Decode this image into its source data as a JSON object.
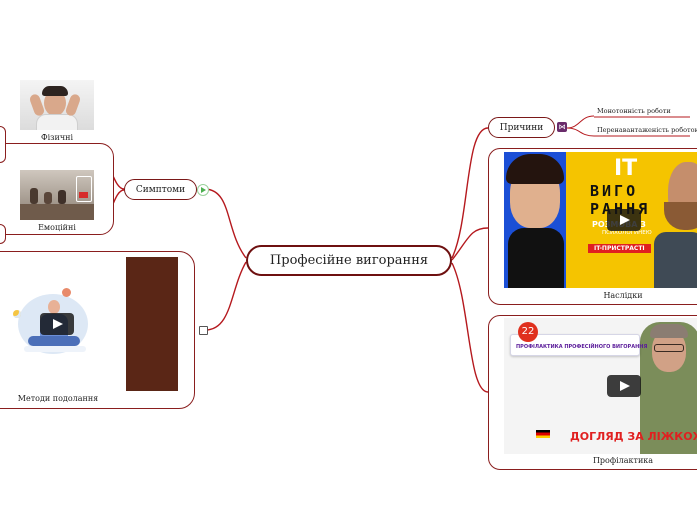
{
  "colors": {
    "link": "#b5191e",
    "node_border": "#7a1818",
    "accent_green": "#4caf50",
    "purple": "#6a2b6b"
  },
  "map": {
    "central": "Професійне вигорання",
    "branches": {
      "symptoms": {
        "label": "Симптоми",
        "children": {
          "physical": "Фізичні",
          "emotional": "Емоційні"
        }
      },
      "methods": {
        "label": "Методи подолання"
      },
      "causes": {
        "label": "Причини",
        "children": {
          "monotony": "Монотонність роботи",
          "overload": "Перенавантаженість роботою"
        }
      },
      "consequences": {
        "label": "Наслідки",
        "video_text": {
          "it": "IT",
          "vygo": "ВИГО",
          "rannia": "РАННЯ",
          "rozmova": "РОЗМОВА З",
          "psych": "ПСИХОЛОГИНЕЮ",
          "devices": "IT-ПРИСТРАСТІ"
        }
      },
      "prevention": {
        "label": "Профілактика",
        "video_text": {
          "number": "22",
          "banner": "ПРОФІЛАКТИКА ПРОФЕСІЙНОГО ВИГОРАННЯ",
          "care": "ДОГЛЯД ЗА ЛІЖКОХВ"
        }
      }
    }
  }
}
